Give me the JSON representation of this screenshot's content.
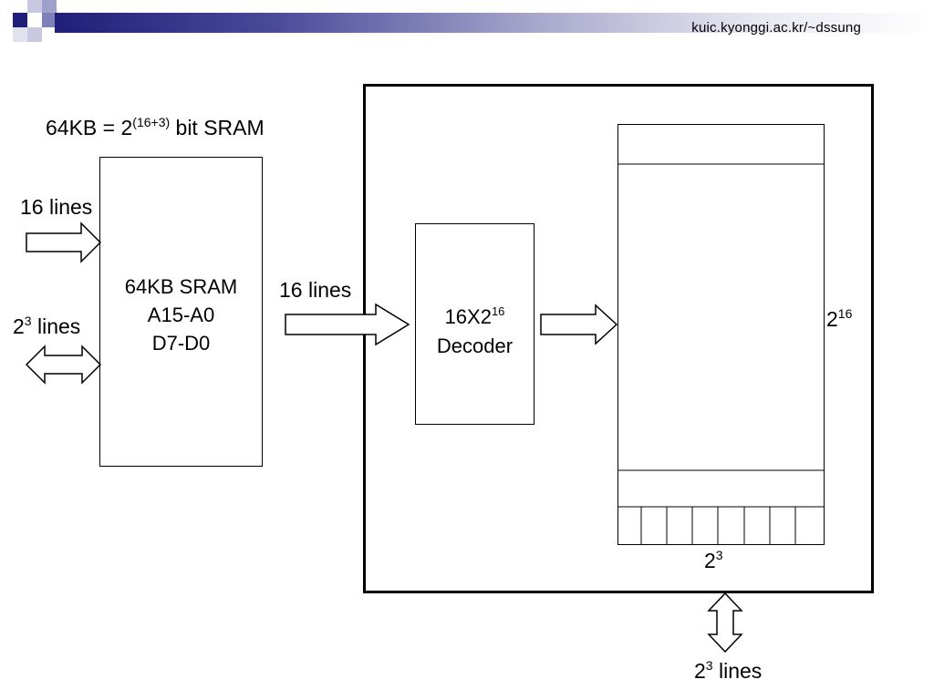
{
  "header": {
    "url": "kuic.kyonggi.ac.kr/~dssung"
  },
  "title": {
    "prefix": "64KB = 2",
    "exponent": "(16+3)",
    "suffix": " bit SRAM"
  },
  "sram_chip": {
    "line1": "64KB SRAM",
    "line2": "A15-A0",
    "line3": "D7-D0"
  },
  "address_in": {
    "count": "16",
    "unit": " lines"
  },
  "data_io_left": {
    "base": "2",
    "exponent": "3",
    "unit": " lines"
  },
  "address_to_decoder": {
    "count": "16",
    "unit": " lines"
  },
  "decoder": {
    "prefix": "16X2",
    "exponent": "16",
    "line2": "Decoder"
  },
  "memory_rows": {
    "base": "2",
    "exponent": "16"
  },
  "memory_cols": {
    "base": "2",
    "exponent": "3"
  },
  "data_io_bottom": {
    "base": "2",
    "exponent": "3",
    "unit": " lines"
  },
  "colors": {
    "header_dark": "#1f1f7a",
    "header_mid": "#8080bb",
    "header_light": "#c8c8e0"
  }
}
